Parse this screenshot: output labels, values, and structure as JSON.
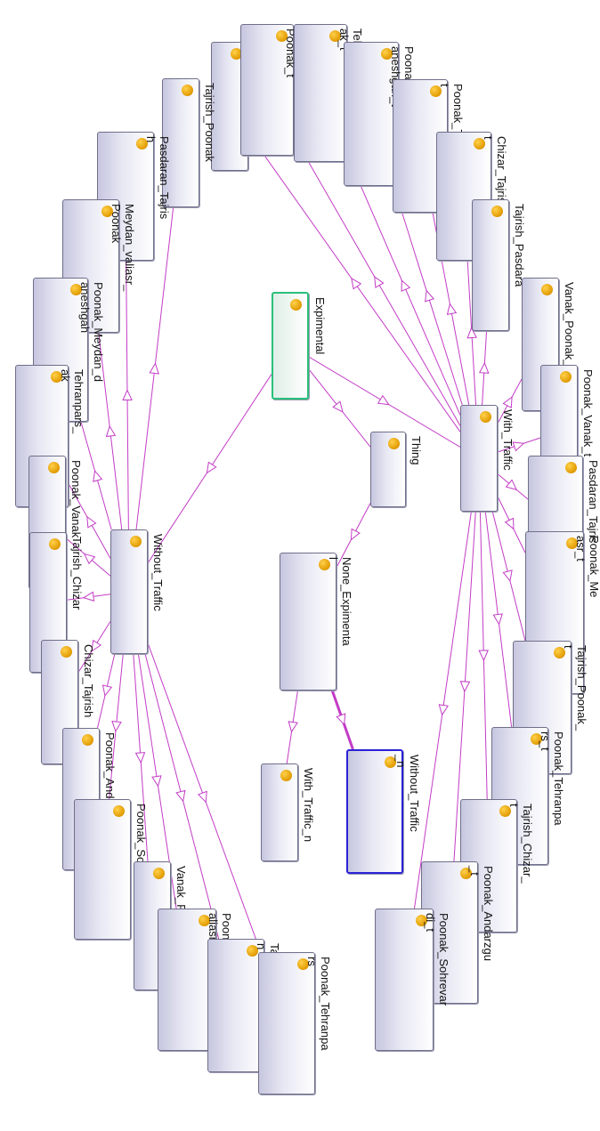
{
  "colors": {
    "edge": "#c33cc6",
    "root_border": "#29c07a",
    "selected_border": "#2a22d6",
    "dot": "#e19a00"
  },
  "nodes": {
    "exp": {
      "lines": [
        "Expimental"
      ]
    },
    "thing": {
      "lines": [
        "Thing"
      ]
    },
    "none_exp": {
      "lines": [
        "None_Expimenta",
        "l"
      ]
    },
    "with_traffic_n": {
      "lines": [
        "With_Traffic_n"
      ]
    },
    "without_traffic_n": {
      "lines": [
        "Without_Traffic",
        "_n"
      ]
    },
    "with_traffic": {
      "lines": [
        "With_Traffic"
      ]
    },
    "without_traffic": {
      "lines": [
        "Without_Traffic"
      ]
    },
    "r_poonak_tajrish": {
      "lines": [
        "Poonak_Tajrish"
      ]
    },
    "r_meydan_poonak_t": {
      "lines": [
        "Meydan_valiasr_",
        "Poonak_t"
      ]
    },
    "r_tehranpars_poonak_t": {
      "lines": [
        "Tehranpars_Poon",
        "ak_t"
      ]
    },
    "r_poonak_meydan_anesh_t": {
      "lines": [
        "Poonak_Meydan_d",
        "aneshgah_t"
      ]
    },
    "r_poonak_tajrish_t": {
      "lines": [
        "Poonak_Tajrish_",
        "t"
      ]
    },
    "r_chizar_tajrish_t": {
      "lines": [
        "Chizar_Tajrish_",
        "t"
      ]
    },
    "r_tajrish_pasdaran_t": {
      "lines": [
        "Tajrish_Pasdara"
      ]
    },
    "r_vanak_poonak_t": {
      "lines": [
        "Vanak_Poonak_t"
      ]
    },
    "r_poonak_vanak_t": {
      "lines": [
        "Poonak_Vanak_t"
      ]
    },
    "r_pasdaran_tajrish_t": {
      "lines": [
        "Pasdaran_Tajris"
      ]
    },
    "r_poonak_meydan_v_t": {
      "lines": [
        "Poonak_Me",
        "asr_t"
      ]
    },
    "r_tajrish_poonak_t": {
      "lines": [
        "Tajrish_Poonak_",
        "t"
      ]
    },
    "r_poonak_tehranpars_t": {
      "lines": [
        "Poonak_Tehranpa",
        "rs_t"
      ]
    },
    "r_tajrish_chizar_t": {
      "lines": [
        "Tajrish_Chizar_",
        "t"
      ]
    },
    "r_poonak_andarzgu_t": {
      "lines": [
        "Poonak_Andarzgu",
        "_t"
      ]
    },
    "r_poonak_sohrevardi_t": {
      "lines": [
        "Poonak_Sohrevar",
        "di_t"
      ]
    },
    "l_tajrish_poonak": {
      "lines": [
        "Tajrish_Poonak"
      ]
    },
    "l_pasdaran_tajrish": {
      "lines": [
        "Pasdaran_Tajris",
        "h"
      ]
    },
    "l_meydan_poonak": {
      "lines": [
        "Meydan_valiasr_",
        "Poonak"
      ]
    },
    "l_poonak_meydan_anesh": {
      "lines": [
        "Poonak_Meydan_d",
        "aneshgah"
      ]
    },
    "l_tehranpars_poonak": {
      "lines": [
        "Tehranpars_",
        "ak"
      ]
    },
    "l_poonak_vanak": {
      "lines": [
        "Poonak_Vanak"
      ]
    },
    "l_tajrish_chizar": {
      "lines": [
        "Tajrish_Chizar"
      ]
    },
    "l_chizar_tajrish": {
      "lines": [
        "Chizar_Tajrish"
      ]
    },
    "l_poonak_andarzgu": {
      "lines": [
        "Poonak_Andarzgu"
      ]
    },
    "l_poonak_sohrevardi": {
      "lines": [
        "Poonak_Sohrevar"
      ]
    },
    "l_vanak_poonak": {
      "lines": [
        "Vanak_Poonak"
      ]
    },
    "l_poonak_meydan_v": {
      "lines": [
        "Poonak_Meydan_v",
        "aliasr"
      ]
    },
    "l_tajrish_pasdaran": {
      "lines": [
        "Tajrish_Pasdara",
        "n"
      ]
    },
    "l_poonak_tehranpars": {
      "lines": [
        "Poonak_Tehranpa",
        "rs"
      ]
    }
  }
}
